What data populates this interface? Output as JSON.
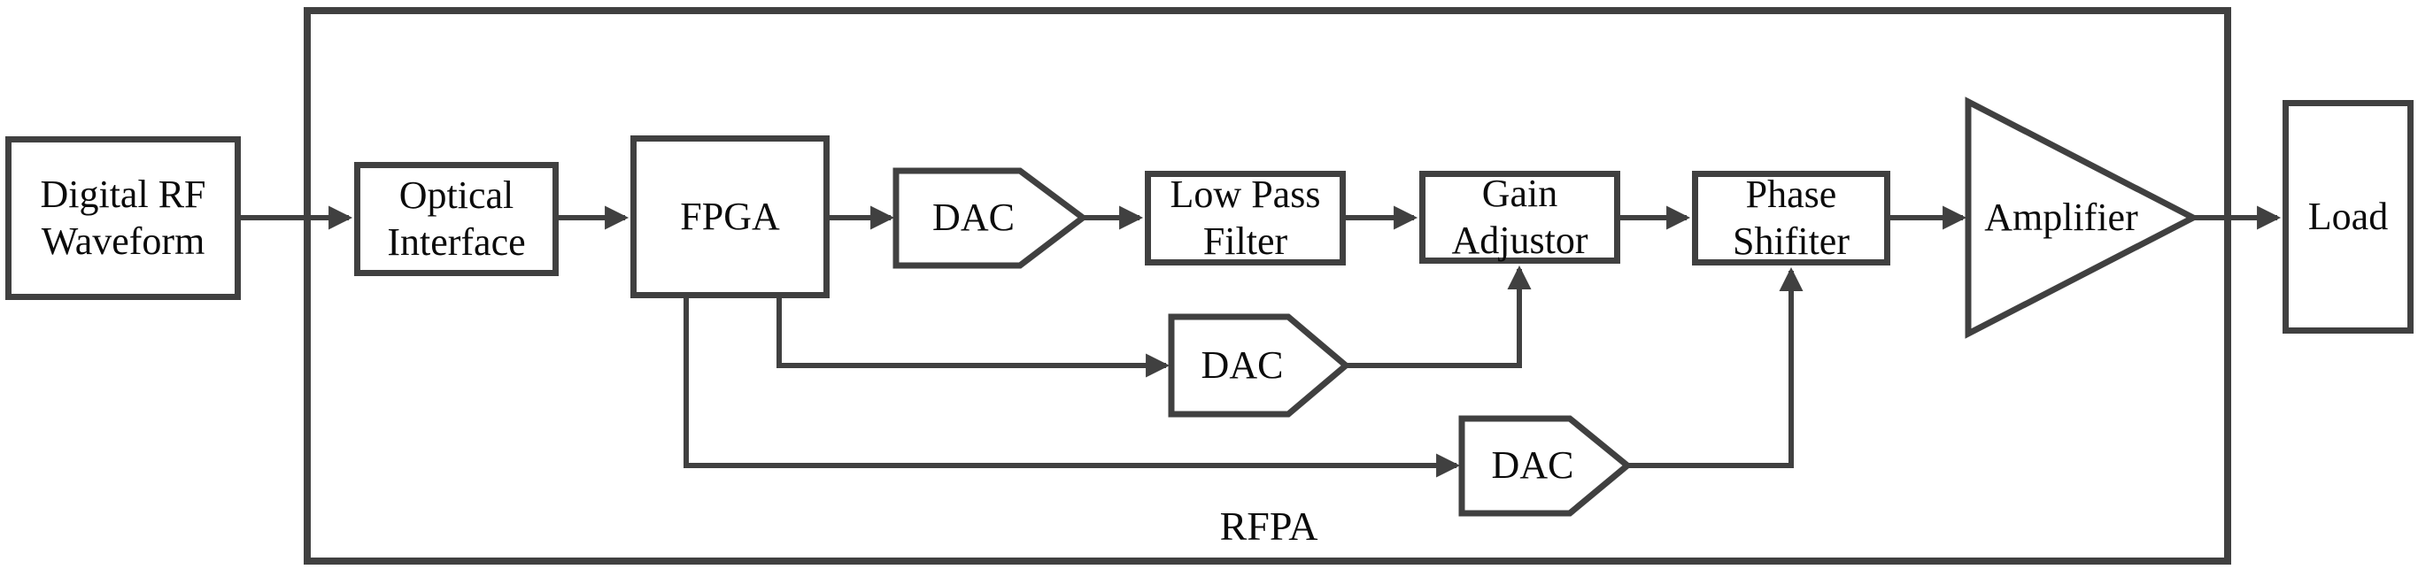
{
  "colors": {
    "stroke": "#404040",
    "text": "#0b0b0b",
    "bg": "#ffffff"
  },
  "container": {
    "label": "RFPA"
  },
  "nodes": {
    "source": {
      "line1": "Digital RF",
      "line2": "Waveform"
    },
    "optical_interface": {
      "line1": "Optical",
      "line2": "Interface"
    },
    "fpga": {
      "label": "FPGA"
    },
    "dac_main": {
      "label": "DAC"
    },
    "low_pass_filter": {
      "line1": "Low Pass",
      "line2": "Filter"
    },
    "gain_adjustor": {
      "line1": "Gain",
      "line2": "Adjustor"
    },
    "phase_shifter": {
      "line1": "Phase",
      "line2": "Shifiter"
    },
    "dac_gain": {
      "label": "DAC"
    },
    "dac_phase": {
      "label": "DAC"
    },
    "amplifier": {
      "label": "Amplifier"
    },
    "load": {
      "label": "Load"
    }
  },
  "edges": [
    {
      "from": "Digital RF Waveform",
      "to": "Optical Interface"
    },
    {
      "from": "Optical Interface",
      "to": "FPGA"
    },
    {
      "from": "FPGA",
      "to": "DAC (main)"
    },
    {
      "from": "DAC (main)",
      "to": "Low Pass Filter"
    },
    {
      "from": "Low Pass Filter",
      "to": "Gain Adjustor"
    },
    {
      "from": "Gain Adjustor",
      "to": "Phase Shifiter"
    },
    {
      "from": "Phase Shifiter",
      "to": "Amplifier"
    },
    {
      "from": "Amplifier",
      "to": "Load"
    },
    {
      "from": "FPGA",
      "to": "DAC (gain branch)"
    },
    {
      "from": "DAC (gain branch)",
      "to": "Gain Adjustor (bottom)"
    },
    {
      "from": "FPGA",
      "to": "DAC (phase branch)"
    },
    {
      "from": "DAC (phase branch)",
      "to": "Phase Shifiter (bottom)"
    }
  ]
}
